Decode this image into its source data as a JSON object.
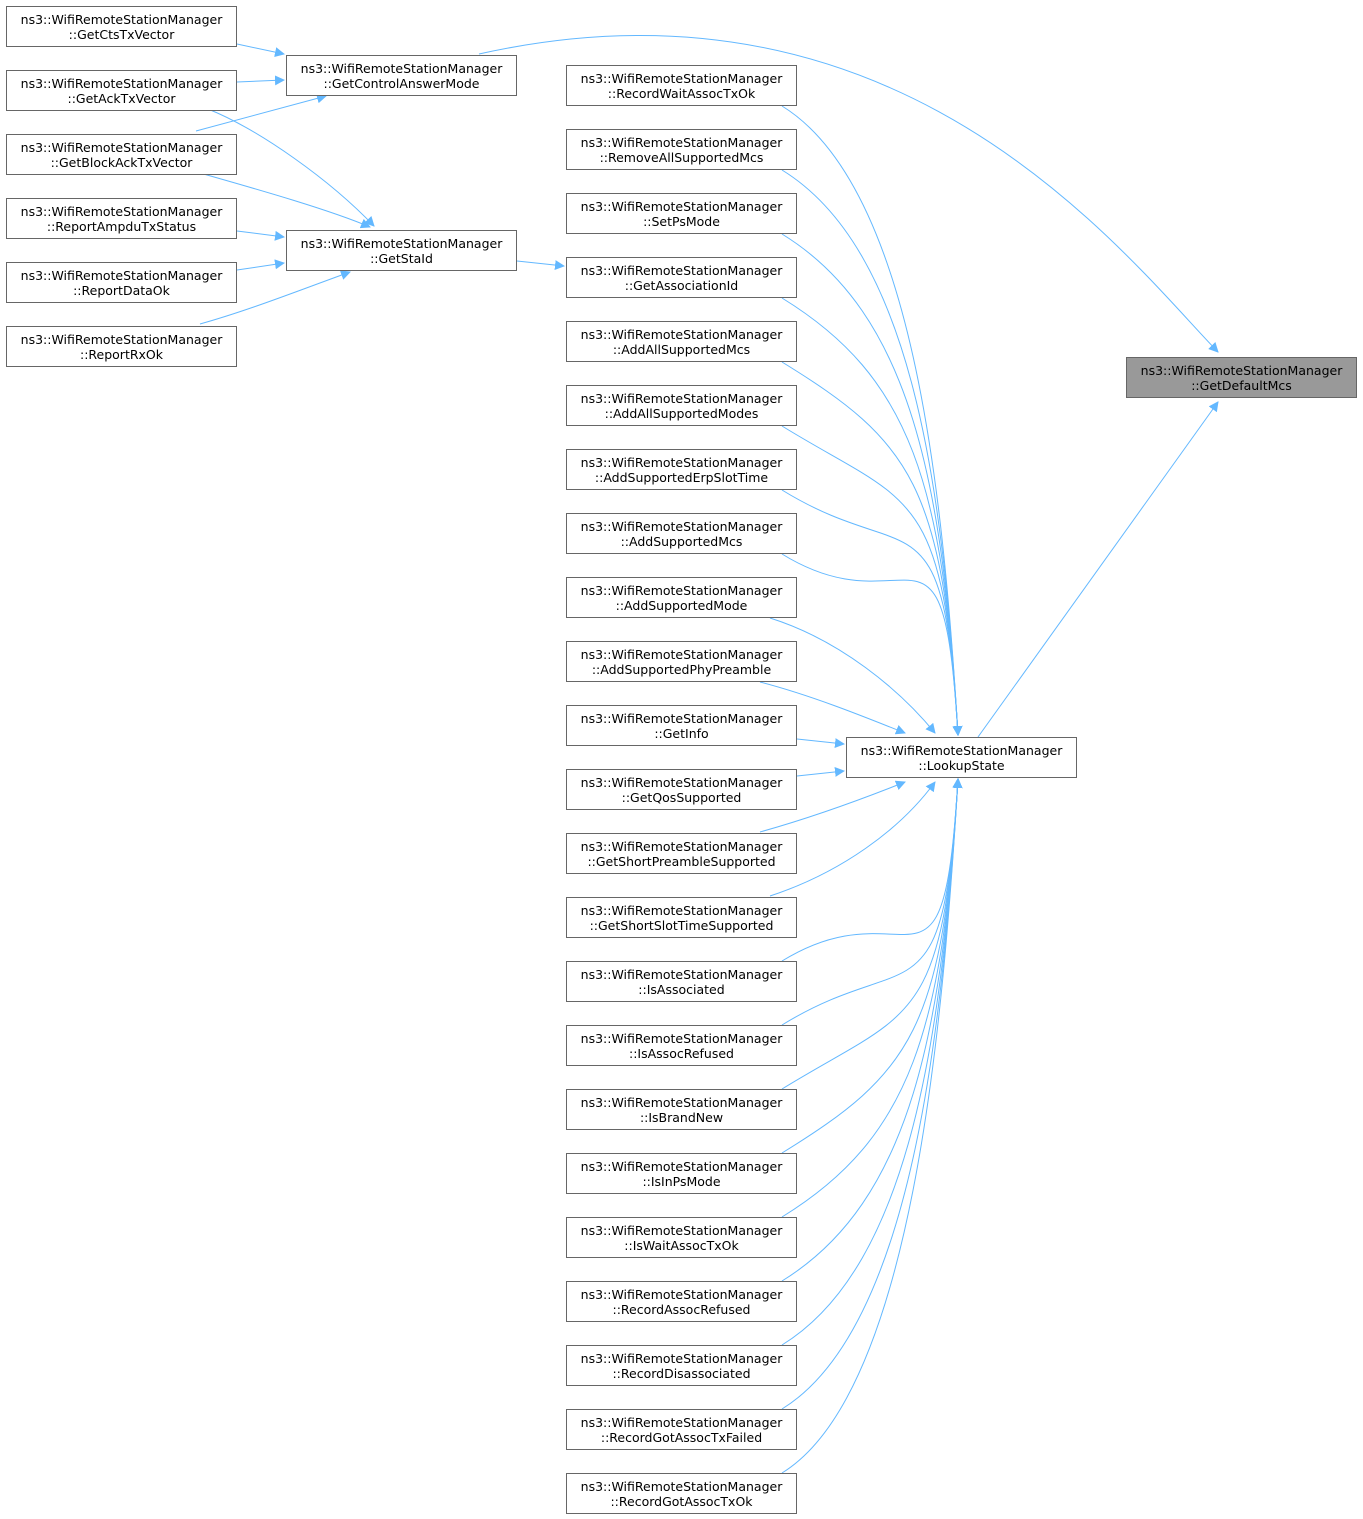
{
  "diagram": {
    "edge_color": "#63b8ff",
    "focus_fill": "#999999",
    "nodes": [
      {
        "id": "getdefaultmcs",
        "l1": "ns3::WifiRemoteStationManager",
        "l2": "::GetDefaultMcs",
        "focus": true
      },
      {
        "id": "lookupstate",
        "l1": "ns3::WifiRemoteStationManager",
        "l2": "::LookupState"
      },
      {
        "id": "getcontrolanswermode",
        "l1": "ns3::WifiRemoteStationManager",
        "l2": "::GetControlAnswerMode"
      },
      {
        "id": "getstaid",
        "l1": "ns3::WifiRemoteStationManager",
        "l2": "::GetStaId"
      },
      {
        "id": "getctstxvector",
        "l1": "ns3::WifiRemoteStationManager",
        "l2": "::GetCtsTxVector"
      },
      {
        "id": "getacktxvector",
        "l1": "ns3::WifiRemoteStationManager",
        "l2": "::GetAckTxVector"
      },
      {
        "id": "getblockacktxvector",
        "l1": "ns3::WifiRemoteStationManager",
        "l2": "::GetBlockAckTxVector"
      },
      {
        "id": "reportampdutxstatus",
        "l1": "ns3::WifiRemoteStationManager",
        "l2": "::ReportAmpduTxStatus"
      },
      {
        "id": "reportdataok",
        "l1": "ns3::WifiRemoteStationManager",
        "l2": "::ReportDataOk"
      },
      {
        "id": "reportrxok",
        "l1": "ns3::WifiRemoteStationManager",
        "l2": "::ReportRxOk"
      },
      {
        "id": "recordwaitassoctxok",
        "l1": "ns3::WifiRemoteStationManager",
        "l2": "::RecordWaitAssocTxOk"
      },
      {
        "id": "removeallsupportedmcs",
        "l1": "ns3::WifiRemoteStationManager",
        "l2": "::RemoveAllSupportedMcs"
      },
      {
        "id": "setpsmode",
        "l1": "ns3::WifiRemoteStationManager",
        "l2": "::SetPsMode"
      },
      {
        "id": "getassociationid",
        "l1": "ns3::WifiRemoteStationManager",
        "l2": "::GetAssociationId"
      },
      {
        "id": "addallsupportedmcs",
        "l1": "ns3::WifiRemoteStationManager",
        "l2": "::AddAllSupportedMcs"
      },
      {
        "id": "addallsupportedmodes",
        "l1": "ns3::WifiRemoteStationManager",
        "l2": "::AddAllSupportedModes"
      },
      {
        "id": "addsupportederpslottime",
        "l1": "ns3::WifiRemoteStationManager",
        "l2": "::AddSupportedErpSlotTime"
      },
      {
        "id": "addsupportedmcs",
        "l1": "ns3::WifiRemoteStationManager",
        "l2": "::AddSupportedMcs"
      },
      {
        "id": "addsupportedmode",
        "l1": "ns3::WifiRemoteStationManager",
        "l2": "::AddSupportedMode"
      },
      {
        "id": "addsupportedphypreamble",
        "l1": "ns3::WifiRemoteStationManager",
        "l2": "::AddSupportedPhyPreamble"
      },
      {
        "id": "getinfo",
        "l1": "ns3::WifiRemoteStationManager",
        "l2": "::GetInfo"
      },
      {
        "id": "getqossupported",
        "l1": "ns3::WifiRemoteStationManager",
        "l2": "::GetQosSupported"
      },
      {
        "id": "getshortpreamblesupported",
        "l1": "ns3::WifiRemoteStationManager",
        "l2": "::GetShortPreambleSupported"
      },
      {
        "id": "getshortslottimesupported",
        "l1": "ns3::WifiRemoteStationManager",
        "l2": "::GetShortSlotTimeSupported"
      },
      {
        "id": "isassociated",
        "l1": "ns3::WifiRemoteStationManager",
        "l2": "::IsAssociated"
      },
      {
        "id": "isassocrefused",
        "l1": "ns3::WifiRemoteStationManager",
        "l2": "::IsAssocRefused"
      },
      {
        "id": "isbrandnew",
        "l1": "ns3::WifiRemoteStationManager",
        "l2": "::IsBrandNew"
      },
      {
        "id": "isinpsmode",
        "l1": "ns3::WifiRemoteStationManager",
        "l2": "::IsInPsMode"
      },
      {
        "id": "iswaitassoctxok",
        "l1": "ns3::WifiRemoteStationManager",
        "l2": "::IsWaitAssocTxOk"
      },
      {
        "id": "recordassocrefused",
        "l1": "ns3::WifiRemoteStationManager",
        "l2": "::RecordAssocRefused"
      },
      {
        "id": "recorddisassociated",
        "l1": "ns3::WifiRemoteStationManager",
        "l2": "::RecordDisassociated"
      },
      {
        "id": "recordgotassoctxfailed",
        "l1": "ns3::WifiRemoteStationManager",
        "l2": "::RecordGotAssocTxFailed"
      },
      {
        "id": "recordgotassoctxok",
        "l1": "ns3::WifiRemoteStationManager",
        "l2": "::RecordGotAssocTxOk"
      }
    ],
    "edges": [
      {
        "from": "getcontrolanswermode",
        "to": "getdefaultmcs"
      },
      {
        "from": "lookupstate",
        "to": "getdefaultmcs"
      },
      {
        "from": "getctstxvector",
        "to": "getcontrolanswermode"
      },
      {
        "from": "getacktxvector",
        "to": "getcontrolanswermode"
      },
      {
        "from": "getblockacktxvector",
        "to": "getcontrolanswermode"
      },
      {
        "from": "getacktxvector",
        "to": "getstaid"
      },
      {
        "from": "getblockacktxvector",
        "to": "getstaid"
      },
      {
        "from": "reportampdutxstatus",
        "to": "getstaid"
      },
      {
        "from": "reportdataok",
        "to": "getstaid"
      },
      {
        "from": "reportrxok",
        "to": "getstaid"
      },
      {
        "from": "getstaid",
        "to": "getassociationid"
      },
      {
        "from": "recordwaitassoctxok",
        "to": "lookupstate"
      },
      {
        "from": "removeallsupportedmcs",
        "to": "lookupstate"
      },
      {
        "from": "setpsmode",
        "to": "lookupstate"
      },
      {
        "from": "getassociationid",
        "to": "lookupstate"
      },
      {
        "from": "addallsupportedmcs",
        "to": "lookupstate"
      },
      {
        "from": "addallsupportedmodes",
        "to": "lookupstate"
      },
      {
        "from": "addsupportederpslottime",
        "to": "lookupstate"
      },
      {
        "from": "addsupportedmcs",
        "to": "lookupstate"
      },
      {
        "from": "addsupportedmode",
        "to": "lookupstate"
      },
      {
        "from": "addsupportedphypreamble",
        "to": "lookupstate"
      },
      {
        "from": "getinfo",
        "to": "lookupstate"
      },
      {
        "from": "getqossupported",
        "to": "lookupstate"
      },
      {
        "from": "getshortpreamblesupported",
        "to": "lookupstate"
      },
      {
        "from": "getshortslottimesupported",
        "to": "lookupstate"
      },
      {
        "from": "isassociated",
        "to": "lookupstate"
      },
      {
        "from": "isassocrefused",
        "to": "lookupstate"
      },
      {
        "from": "isbrandnew",
        "to": "lookupstate"
      },
      {
        "from": "isinpsmode",
        "to": "lookupstate"
      },
      {
        "from": "iswaitassoctxok",
        "to": "lookupstate"
      },
      {
        "from": "recordassocrefused",
        "to": "lookupstate"
      },
      {
        "from": "recorddisassociated",
        "to": "lookupstate"
      },
      {
        "from": "recordgotassoctxfailed",
        "to": "lookupstate"
      },
      {
        "from": "recordgotassoctxok",
        "to": "lookupstate"
      }
    ]
  }
}
